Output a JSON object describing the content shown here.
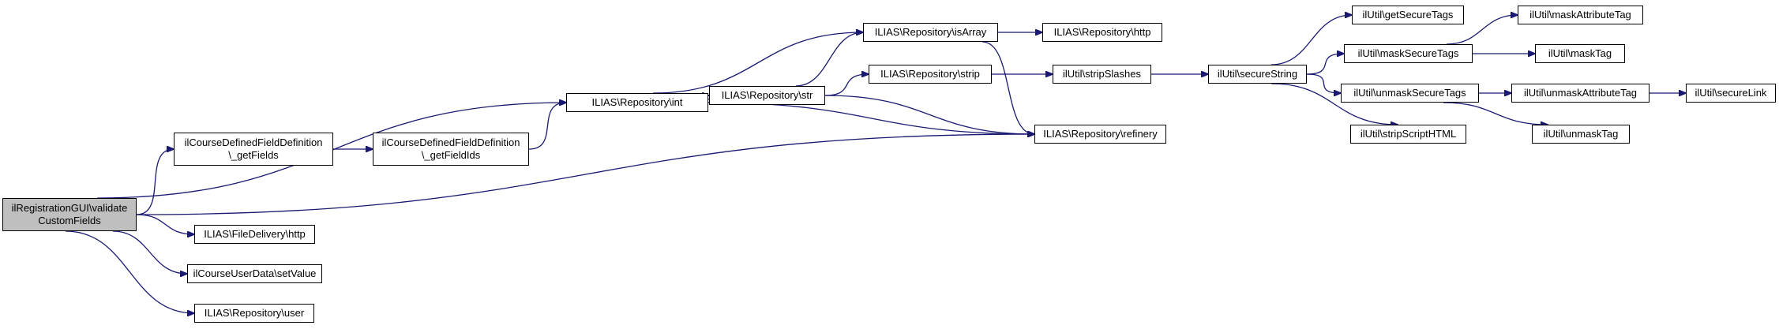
{
  "graph": {
    "edge_color": "#191970",
    "root_fill": "#bfbfbf",
    "nodes": [
      {
        "id": "root",
        "lines": [
          "ilRegistrationGUI\\validate",
          "CustomFields"
        ],
        "root": true
      },
      {
        "id": "cdf_getFields",
        "lines": [
          "ilCourseDefinedFieldDefinition",
          "\\_getFields"
        ]
      },
      {
        "id": "cdf_getFieldIds",
        "lines": [
          "ilCourseDefinedFieldDefinition",
          "\\_getFieldIds"
        ]
      },
      {
        "id": "repo_int",
        "lines": [
          "ILIAS\\Repository\\int"
        ]
      },
      {
        "id": "repo_str",
        "lines": [
          "ILIAS\\Repository\\str"
        ]
      },
      {
        "id": "repo_isArray",
        "lines": [
          "ILIAS\\Repository\\isArray"
        ]
      },
      {
        "id": "repo_http",
        "lines": [
          "ILIAS\\Repository\\http"
        ]
      },
      {
        "id": "repo_strip",
        "lines": [
          "ILIAS\\Repository\\strip"
        ]
      },
      {
        "id": "repo_refinery",
        "lines": [
          "ILIAS\\Repository\\refinery"
        ]
      },
      {
        "id": "util_stripSlashes",
        "lines": [
          "ilUtil\\stripSlashes"
        ]
      },
      {
        "id": "util_secureString",
        "lines": [
          "ilUtil\\secureString"
        ]
      },
      {
        "id": "util_getSecureTags",
        "lines": [
          "ilUtil\\getSecureTags"
        ]
      },
      {
        "id": "util_maskSecureTags",
        "lines": [
          "ilUtil\\maskSecureTags"
        ]
      },
      {
        "id": "util_unmaskSecureTags",
        "lines": [
          "ilUtil\\unmaskSecureTags"
        ]
      },
      {
        "id": "util_stripScriptHTML",
        "lines": [
          "ilUtil\\stripScriptHTML"
        ]
      },
      {
        "id": "util_maskAttributeTag",
        "lines": [
          "ilUtil\\maskAttributeTag"
        ]
      },
      {
        "id": "util_maskTag",
        "lines": [
          "ilUtil\\maskTag"
        ]
      },
      {
        "id": "util_unmaskAttributeTag",
        "lines": [
          "ilUtil\\unmaskAttributeTag"
        ]
      },
      {
        "id": "util_unmaskTag",
        "lines": [
          "ilUtil\\unmaskTag"
        ]
      },
      {
        "id": "util_secureLink",
        "lines": [
          "ilUtil\\secureLink"
        ]
      },
      {
        "id": "fd_http",
        "lines": [
          "ILIAS\\FileDelivery\\http"
        ]
      },
      {
        "id": "cud_setValue",
        "lines": [
          "ilCourseUserData\\setValue"
        ]
      },
      {
        "id": "repo_user",
        "lines": [
          "ILIAS\\Repository\\user"
        ]
      }
    ],
    "edges": [
      [
        "root",
        "repo_int"
      ],
      [
        "root",
        "cdf_getFields"
      ],
      [
        "root",
        "repo_refinery"
      ],
      [
        "root",
        "fd_http"
      ],
      [
        "root",
        "cud_setValue"
      ],
      [
        "root",
        "repo_user"
      ],
      [
        "cdf_getFields",
        "cdf_getFieldIds"
      ],
      [
        "cdf_getFieldIds",
        "repo_int"
      ],
      [
        "repo_int",
        "repo_isArray"
      ],
      [
        "repo_int",
        "repo_str"
      ],
      [
        "repo_int",
        "repo_refinery"
      ],
      [
        "repo_str",
        "repo_isArray"
      ],
      [
        "repo_str",
        "repo_strip"
      ],
      [
        "repo_str",
        "repo_refinery"
      ],
      [
        "repo_isArray",
        "repo_http"
      ],
      [
        "repo_isArray",
        "repo_refinery"
      ],
      [
        "repo_strip",
        "util_stripSlashes"
      ],
      [
        "util_stripSlashes",
        "util_secureString"
      ],
      [
        "util_secureString",
        "util_getSecureTags"
      ],
      [
        "util_secureString",
        "util_maskSecureTags"
      ],
      [
        "util_secureString",
        "util_unmaskSecureTags"
      ],
      [
        "util_secureString",
        "util_stripScriptHTML"
      ],
      [
        "util_maskSecureTags",
        "util_maskAttributeTag"
      ],
      [
        "util_maskSecureTags",
        "util_maskTag"
      ],
      [
        "util_unmaskSecureTags",
        "util_unmaskAttributeTag"
      ],
      [
        "util_unmaskSecureTags",
        "util_unmaskTag"
      ],
      [
        "util_unmaskAttributeTag",
        "util_secureLink"
      ]
    ]
  }
}
